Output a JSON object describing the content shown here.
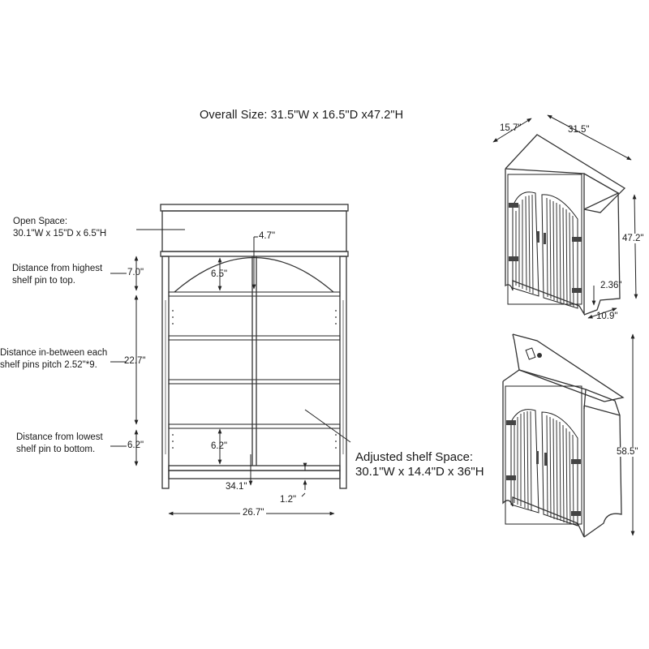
{
  "title": "Overall Size:  31.5\"W x 16.5\"D x47.2\"H",
  "left_labels": {
    "open_space_line1": "Open Space:",
    "open_space_line2": "30.1\"W x 15\"D x 6.5\"H",
    "highest_line1": "Distance from highest",
    "highest_line2": "shelf pin to top.",
    "between_line1": "Distance in-between each",
    "between_line2": "shelf pins pitch 2.52\"*9.",
    "lowest_line1": "Distance from lowest",
    "lowest_line2": "shelf pin to bottom."
  },
  "front_dims": {
    "d_4_7": "4.7\"",
    "d_7_0": "7.0\"",
    "d_6_5": "6.5\"",
    "d_22_7": "22.7\"",
    "d_6_2_left": "6.2\"",
    "d_6_2_inner": "6.2\"",
    "d_34_1": "34.1\"",
    "d_1_2": "1.2\"",
    "d_26_7": "26.7\""
  },
  "adjusted": {
    "line1": "Adjusted shelf Space:",
    "line2": "30.1\"W x 14.4\"D x 36\"H"
  },
  "side_dims": {
    "d_15_7": "15.7\"",
    "d_31_5": "31.5\"",
    "d_47_2": "47.2\"",
    "d_2_36": "2.36\"",
    "d_10_9": "10.9\"",
    "d_58_5": "58.5\""
  }
}
